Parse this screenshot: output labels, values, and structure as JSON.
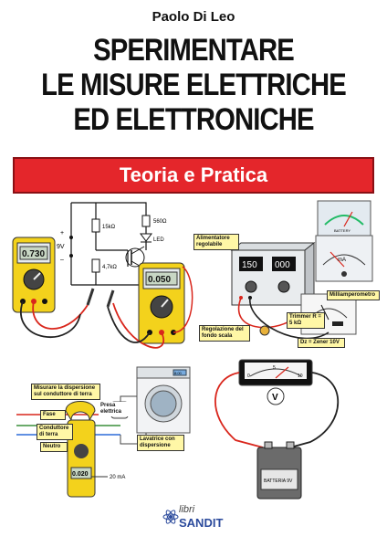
{
  "author": "Paolo Di Leo",
  "title_lines": [
    "SPERIMENTARE",
    "LE MISURE ELETTRICHE",
    "ED ELETTRONICHE"
  ],
  "subtitle": "Teoria e Pratica",
  "top_left": {
    "meter1_display": "0.730",
    "meter2_display": "0.050",
    "voltage": "9V",
    "r1": "15kΩ",
    "r2": "560Ω",
    "r3": "4,7kΩ",
    "led": "LED",
    "plus": "+",
    "minus": "–"
  },
  "top_right": {
    "label_supply": "Alimentatore regolabile",
    "psu_display_v": "150",
    "psu_display_a": "000",
    "label_trimmer": "Trimmer R = 5 kΩ",
    "label_milliamp": "Milliamperometro",
    "label_regulation": "Regolazione del fondo scala",
    "label_diode": "Dz = Zener 10V",
    "meter_label": "mA",
    "analog_label": "BATTERY"
  },
  "bottom_left": {
    "label_measure": "Misurare la dispersione sul conduttore di terra",
    "label_outlet": "Presa elettrica",
    "label_phase": "Fase",
    "label_ground": "Conduttore di terra",
    "label_neutral": "Neutro",
    "label_washer": "Lavatrice con dispersione",
    "clamp_display": "0.020",
    "current": "20 mA",
    "washer_display": "8:00"
  },
  "bottom_right": {
    "meter_letter": "V",
    "battery_text": "BATTERIA 9V",
    "scale_ticks": [
      "0",
      "5",
      "10"
    ]
  },
  "publisher": {
    "line1": "libri",
    "line2": "SANDIT"
  },
  "colors": {
    "banner": "#e4262b",
    "meter_yellow": "#f3d21c",
    "wire_red": "#d9261c",
    "wire_black": "#222222",
    "label_yellow": "#fff7a6",
    "publisher_blue": "#2b4a9c"
  }
}
